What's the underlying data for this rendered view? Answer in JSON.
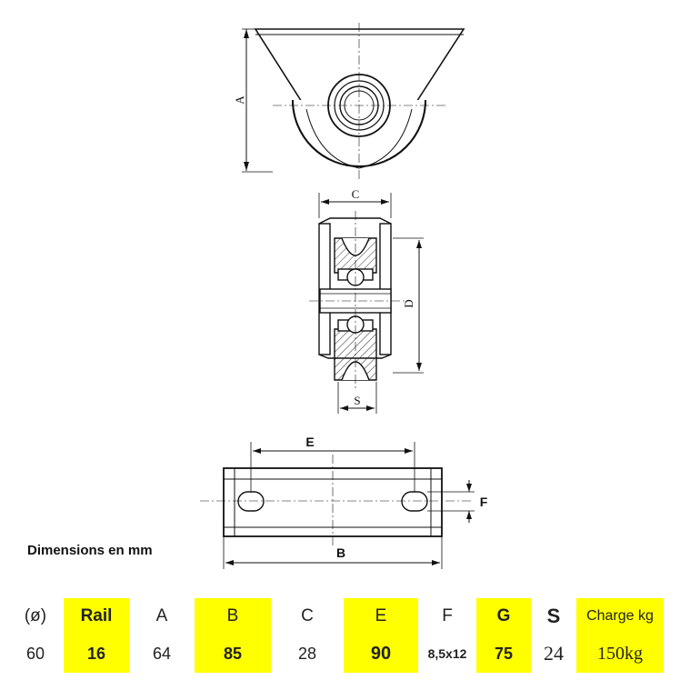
{
  "drawing": {
    "labels": {
      "A": "A",
      "C": "C",
      "D": "D",
      "S": "S",
      "E": "E",
      "F": "F",
      "B": "B"
    }
  },
  "caption": "Dimensions en mm",
  "table": {
    "headers": [
      "(ø)",
      "Rail",
      "A",
      "B",
      "C",
      "E",
      "F",
      "G",
      "S",
      "Charge kg"
    ],
    "values": [
      "60",
      "16",
      "64",
      "85",
      "28",
      "90",
      "8,5x12",
      "75",
      "24",
      "150kg"
    ],
    "highlight_color": "#ffff00"
  }
}
